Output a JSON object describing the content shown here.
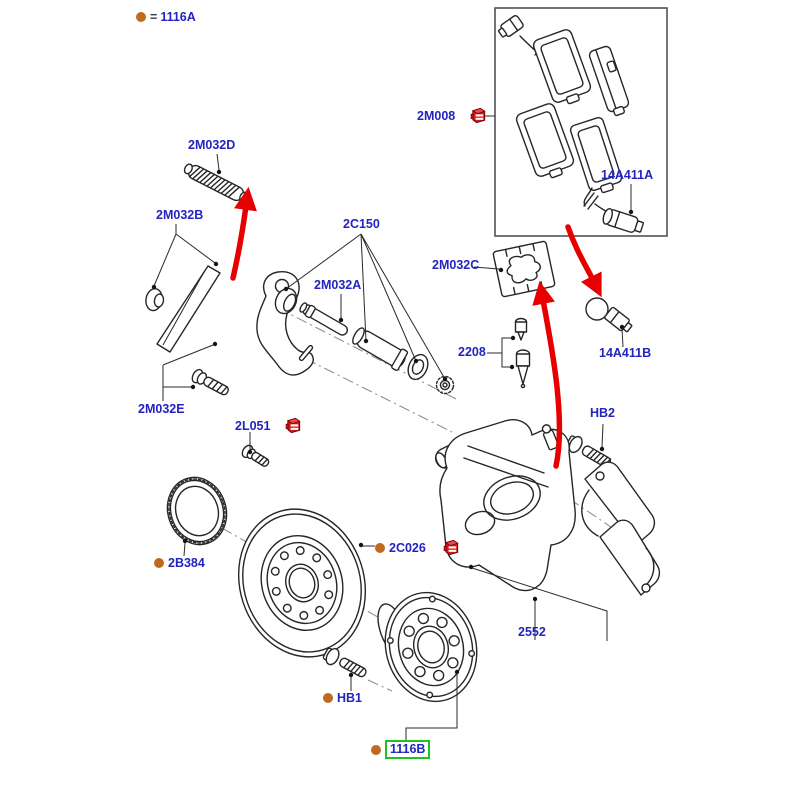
{
  "page": {
    "background": "#ffffff"
  },
  "colors": {
    "label_text": "#2424bf",
    "bullet": "#bf6a1f",
    "arrow_red": "#e60000",
    "clip_icon_red": "#d61a1a",
    "highlight_box_green": "#1dc41d",
    "line_art": "#262626"
  },
  "icons": {
    "bullet": "orange-dot-marker",
    "retaining_clip": "red-clip-marker",
    "equals_sign": "="
  },
  "labels": {
    "eq1116A": {
      "prefix": "=",
      "text": "1116A"
    },
    "p2M032D": {
      "text": "2M032D"
    },
    "p2M032B": {
      "text": "2M032B"
    },
    "p2C150": {
      "text": "2C150"
    },
    "p2M032A": {
      "text": "2M032A"
    },
    "p2M008": {
      "text": "2M008"
    },
    "p14A411A": {
      "text": "14A411A"
    },
    "p2M032C": {
      "text": "2M032C"
    },
    "p2208": {
      "text": "2208"
    },
    "p14A411B": {
      "text": "14A411B"
    },
    "pHB2": {
      "text": "HB2"
    },
    "p2M032E": {
      "text": "2M032E"
    },
    "p2L051": {
      "text": "2L051"
    },
    "p2B384": {
      "text": "2B384"
    },
    "p2C026": {
      "text": "2C026"
    },
    "p2552": {
      "text": "2552"
    },
    "pHB1": {
      "text": "HB1"
    },
    "p1116B": {
      "text": "1116B"
    }
  }
}
